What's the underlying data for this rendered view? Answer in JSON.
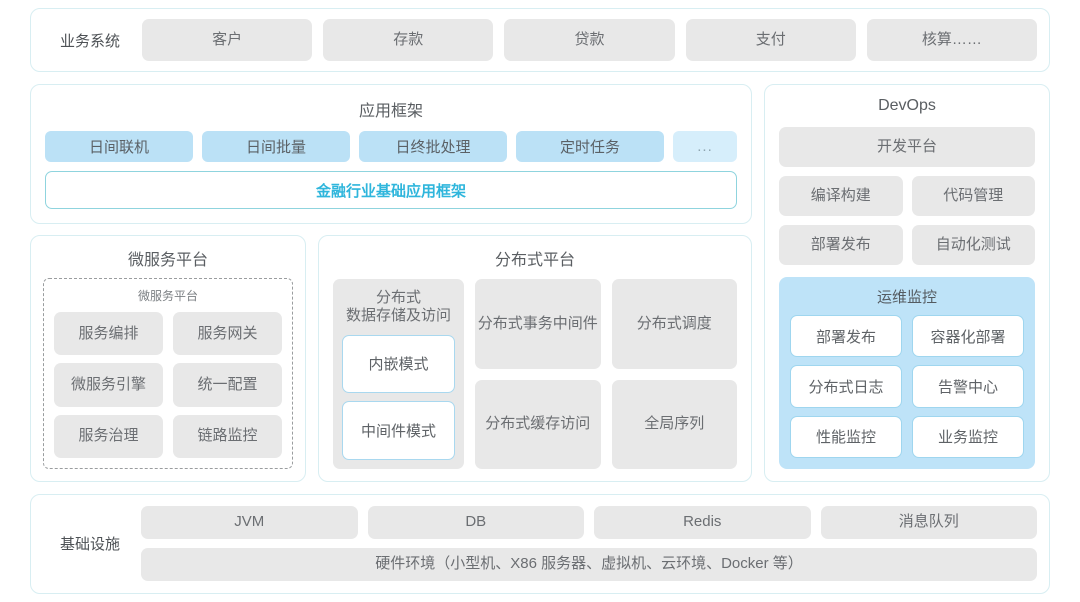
{
  "business_system": {
    "label": "业务系统",
    "items": [
      "客户",
      "存款",
      "贷款",
      "支付",
      "核算……"
    ]
  },
  "app_framework": {
    "title": "应用框架",
    "tags": [
      "日间联机",
      "日间批量",
      "日终批处理",
      "定时任务"
    ],
    "more_tag": "...",
    "banner": "金融行业基础应用框架"
  },
  "micro_platform": {
    "title": "微服务平台",
    "inner_title": "微服务平台",
    "items": [
      "服务编排",
      "服务网关",
      "微服务引擎",
      "统一配置",
      "服务治理",
      "链路监控"
    ]
  },
  "dist_platform": {
    "title": "分布式平台",
    "storage": {
      "label": "分布式\n数据存储及访问",
      "label_line1": "分布式",
      "label_line2": "数据存储及访问",
      "modes": [
        "内嵌模式",
        "中间件模式"
      ]
    },
    "cells": [
      {
        "line1": "分布式",
        "line2": "事务中间件"
      },
      {
        "line1": "分布式调度",
        "line2": ""
      },
      {
        "line1": "分布式",
        "line2": "缓存访问"
      },
      {
        "line1": "全局序列",
        "line2": ""
      }
    ]
  },
  "devops": {
    "title": "DevOps",
    "platform": "开发平台",
    "row1": [
      "编译构建",
      "代码管理"
    ],
    "row2": [
      "部署发布",
      "自动化测试"
    ],
    "ops_monitor": {
      "title": "运维监控",
      "items": [
        "部署发布",
        "容器化部署",
        "分布式日志",
        "告警中心",
        "性能监控",
        "业务监控"
      ]
    }
  },
  "infrastructure": {
    "label": "基础设施",
    "items": [
      "JVM",
      "DB",
      "Redis",
      "消息队列"
    ],
    "hardware": "硬件环境（小型机、X86 服务器、虚拟机、云环境、Docker 等）"
  },
  "colors": {
    "panel_border": "#d8eef2",
    "grey_card": "#e8e8e8",
    "blue_tag": "#bbe1f6",
    "blue_tag_faint": "#d6eefb",
    "ops_bg": "#bee3f8",
    "accent_text": "#2fb6dc",
    "white_card_border": "#a9d8ef"
  }
}
